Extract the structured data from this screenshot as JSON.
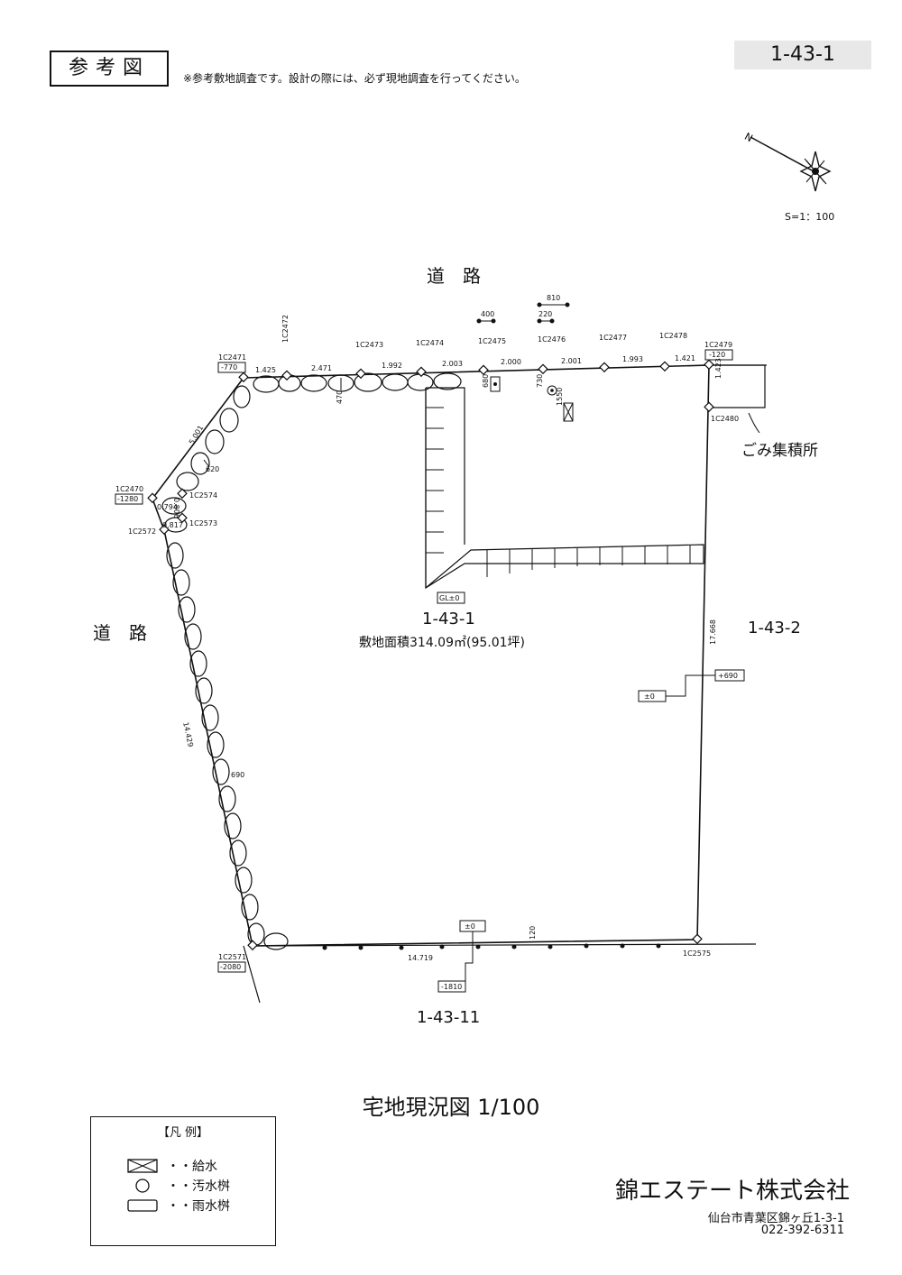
{
  "header": {
    "ref_label": "参考図",
    "note": "※参考敷地調査です。設計の際には、必ず現地調査を行ってください。",
    "lot_id": "1-43-1"
  },
  "scale_label": "S=1：100",
  "roads": {
    "north": "道　路",
    "west": "道　路"
  },
  "garbage_area": "ごみ集積所",
  "neighbors": {
    "east": "1-43-2",
    "south": "1-43-11"
  },
  "lot": {
    "id": "1-43-1",
    "area": "敷地面積314.09㎡(95.01坪)",
    "gl": "GL±0"
  },
  "points": [
    {
      "id": "1C2471",
      "level": "-770"
    },
    {
      "id": "1C2472"
    },
    {
      "id": "1C2473"
    },
    {
      "id": "1C2474"
    },
    {
      "id": "1C2475"
    },
    {
      "id": "1C2476"
    },
    {
      "id": "1C2477"
    },
    {
      "id": "1C2478"
    },
    {
      "id": "1C2479",
      "level": "-120"
    },
    {
      "id": "1C2480"
    },
    {
      "id": "1C2470",
      "level": "-1280"
    },
    {
      "id": "1C2574"
    },
    {
      "id": "1C2573"
    },
    {
      "id": "1C2572"
    },
    {
      "id": "1C2571",
      "level": "-2080"
    },
    {
      "id": "1C2575"
    }
  ],
  "dimensions": {
    "north": [
      "1.425",
      "2.471",
      "1.992",
      "2.003",
      "2.000",
      "2.001",
      "1.993",
      "1.421"
    ],
    "east_top": "1.423",
    "nw_diag": "5.001",
    "nw_small": [
      "0.794",
      "0.806",
      "0.817"
    ],
    "west": "14.429",
    "east": "17.668",
    "south": "14.719",
    "misc": [
      "810",
      "400",
      "220",
      "680",
      "730",
      "1550",
      "470",
      "620",
      "690",
      "120"
    ]
  },
  "levels": {
    "east_upper": "+690",
    "east_lower": "±0",
    "south_upper": "±0",
    "south_lower": "-1810"
  },
  "drawing_title": "宅地現況図 1/100",
  "legend": {
    "title": "【凡 例】",
    "items": [
      {
        "label": "・・給水",
        "icon": "water-supply-icon"
      },
      {
        "label": "・・汚水桝",
        "icon": "sewage-basin-icon"
      },
      {
        "label": "・・雨水桝",
        "icon": "rainwater-basin-icon"
      }
    ]
  },
  "company": {
    "name": "錦エステート株式会社",
    "address": "仙台市青葉区錦ヶ丘1-3-1",
    "tel": "022-392-6311"
  }
}
